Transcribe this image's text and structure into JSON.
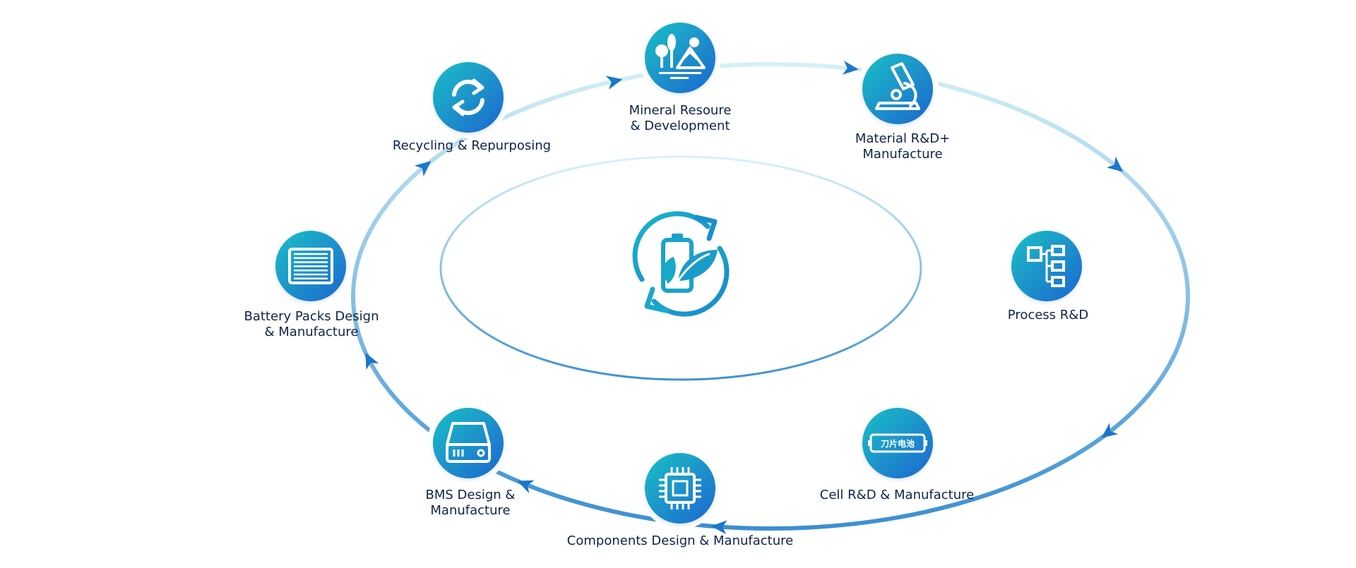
{
  "center": {
    "icon": "battery-leaf-recycle-icon"
  },
  "colors": {
    "ring_light": "#cdeef4",
    "ring_dark": "#3b8fd2",
    "arrow": "#1a77c9",
    "node_teal": "#18b8c8",
    "node_blue": "#1e6fcf",
    "center_icon": "#1aa3c9",
    "label_text": "#0f2347"
  },
  "nodes": [
    {
      "id": "mineral",
      "icon": "landscape-icon",
      "label_lines": [
        "Mineral Resoure",
        "& Development"
      ]
    },
    {
      "id": "material",
      "icon": "microscope-icon",
      "label_lines": [
        "Material R&D+",
        "Manufacture"
      ]
    },
    {
      "id": "process",
      "icon": "flowchart-icon",
      "label_lines": [
        "Process R&D"
      ]
    },
    {
      "id": "cell",
      "icon": "blade-battery-icon",
      "badge_text": "刀片电池",
      "label_lines": [
        "Cell R&D & Manufacture"
      ]
    },
    {
      "id": "components",
      "icon": "chip-icon",
      "label_lines": [
        "Components Design & Manufacture"
      ]
    },
    {
      "id": "bms",
      "icon": "hard-drive-icon",
      "label_lines": [
        "BMS Design &",
        "Manufacture"
      ]
    },
    {
      "id": "battery-packs",
      "icon": "battery-pack-icon",
      "label_lines": [
        "Battery Packs Design",
        "& Manufacture"
      ]
    },
    {
      "id": "recycling",
      "icon": "recycle-arrows-icon",
      "label_lines": [
        "Recycling & Repurposing"
      ]
    }
  ]
}
